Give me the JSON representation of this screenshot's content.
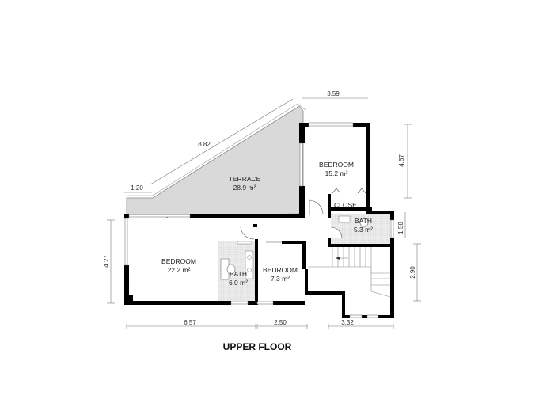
{
  "title": "UPPER FLOOR",
  "colors": {
    "wall": "#000000",
    "terrace_fill": "#d9d9d9",
    "bath_tile": "#e6e6e6",
    "dimension_line": "#777777",
    "background": "#ffffff"
  },
  "rooms": [
    {
      "id": "terrace",
      "name": "TERRACE",
      "area": "28.9 m²"
    },
    {
      "id": "bedroom_ne",
      "name": "BEDROOM",
      "area": "15.2 m²"
    },
    {
      "id": "closet",
      "name": "CLOSET",
      "area": ""
    },
    {
      "id": "bath_ne",
      "name": "BATH",
      "area": "5.3 m²"
    },
    {
      "id": "bedroom_master",
      "name": "BEDROOM",
      "area": "22.2 m²"
    },
    {
      "id": "bath_master",
      "name": "BATH",
      "area": "6.0 m²"
    },
    {
      "id": "bedroom_small",
      "name": "BEDROOM",
      "area": "7.3 m²"
    }
  ],
  "dimensions": {
    "terrace_diagonal": "8.82",
    "terrace_left": "1.20",
    "top_right_width": "3.59",
    "right_bedroom_height": "4.67",
    "right_bath_height": "1.58",
    "right_stair_height": "2.90",
    "left_height": "4.27",
    "bottom_left_width": "6.57",
    "bottom_mid_width": "2.50",
    "bottom_right_width": "3.32"
  }
}
